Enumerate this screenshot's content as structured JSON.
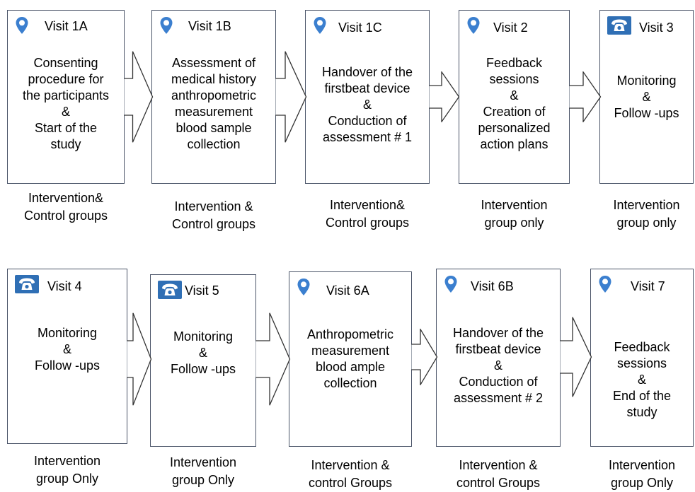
{
  "colors": {
    "pin": "#3b7fcf",
    "phone": "#2f6fb5",
    "border": "#4a5468"
  },
  "row1": [
    {
      "icon": "pin",
      "label": "Visit 1A",
      "lines": [
        "Consenting",
        "procedure for",
        "the participants",
        "&",
        "Start of the",
        "study"
      ],
      "group": [
        "Intervention&",
        "Control  groups"
      ]
    },
    {
      "icon": "pin",
      "label": "Visit 1B",
      "lines": [
        "Assessment of",
        "medical history",
        "anthropometric",
        "measurement",
        "blood sample",
        "collection"
      ],
      "group": [
        "Intervention &",
        "Control  groups"
      ]
    },
    {
      "icon": "pin",
      "label": "Visit 1C",
      "lines": [
        "Handover of the",
        "firstbeat device",
        "&",
        "Conduction of",
        "assessment # 1"
      ],
      "group": [
        "Intervention&",
        "Control  groups"
      ]
    },
    {
      "icon": "pin",
      "label": "Visit 2",
      "lines": [
        "Feedback",
        "sessions",
        "&",
        "Creation of",
        "personalized",
        "action plans"
      ],
      "group": [
        "Intervention",
        "group only"
      ]
    },
    {
      "icon": "phone",
      "label": "Visit 3",
      "lines": [
        "Monitoring",
        "&",
        "Follow -ups"
      ],
      "group": [
        "Intervention",
        "group only"
      ]
    }
  ],
  "row2": [
    {
      "icon": "phone",
      "label": "Visit 4",
      "lines": [
        "Monitoring",
        "&",
        "Follow -ups"
      ],
      "group": [
        "Intervention",
        "group Only"
      ]
    },
    {
      "icon": "phone",
      "label": "Visit 5",
      "lines": [
        "Monitoring",
        "&",
        "Follow -ups"
      ],
      "group": [
        "Intervention",
        "group Only"
      ]
    },
    {
      "icon": "pin",
      "label": "Visit 6A",
      "lines": [
        "Anthropometric",
        "measurement",
        "blood ample",
        "collection"
      ],
      "group": [
        "Intervention &",
        "control  Groups"
      ]
    },
    {
      "icon": "pin",
      "label": "Visit 6B",
      "lines": [
        "Handover of the",
        "firstbeat device",
        "&",
        "Conduction of",
        "assessment # 2"
      ],
      "group": [
        "Intervention &",
        "control  Groups"
      ]
    },
    {
      "icon": "pin",
      "label": "Visit 7",
      "lines": [
        "Feedback",
        "sessions",
        "&",
        "End of the",
        "study"
      ],
      "group": [
        "Intervention",
        "group Only"
      ]
    }
  ]
}
